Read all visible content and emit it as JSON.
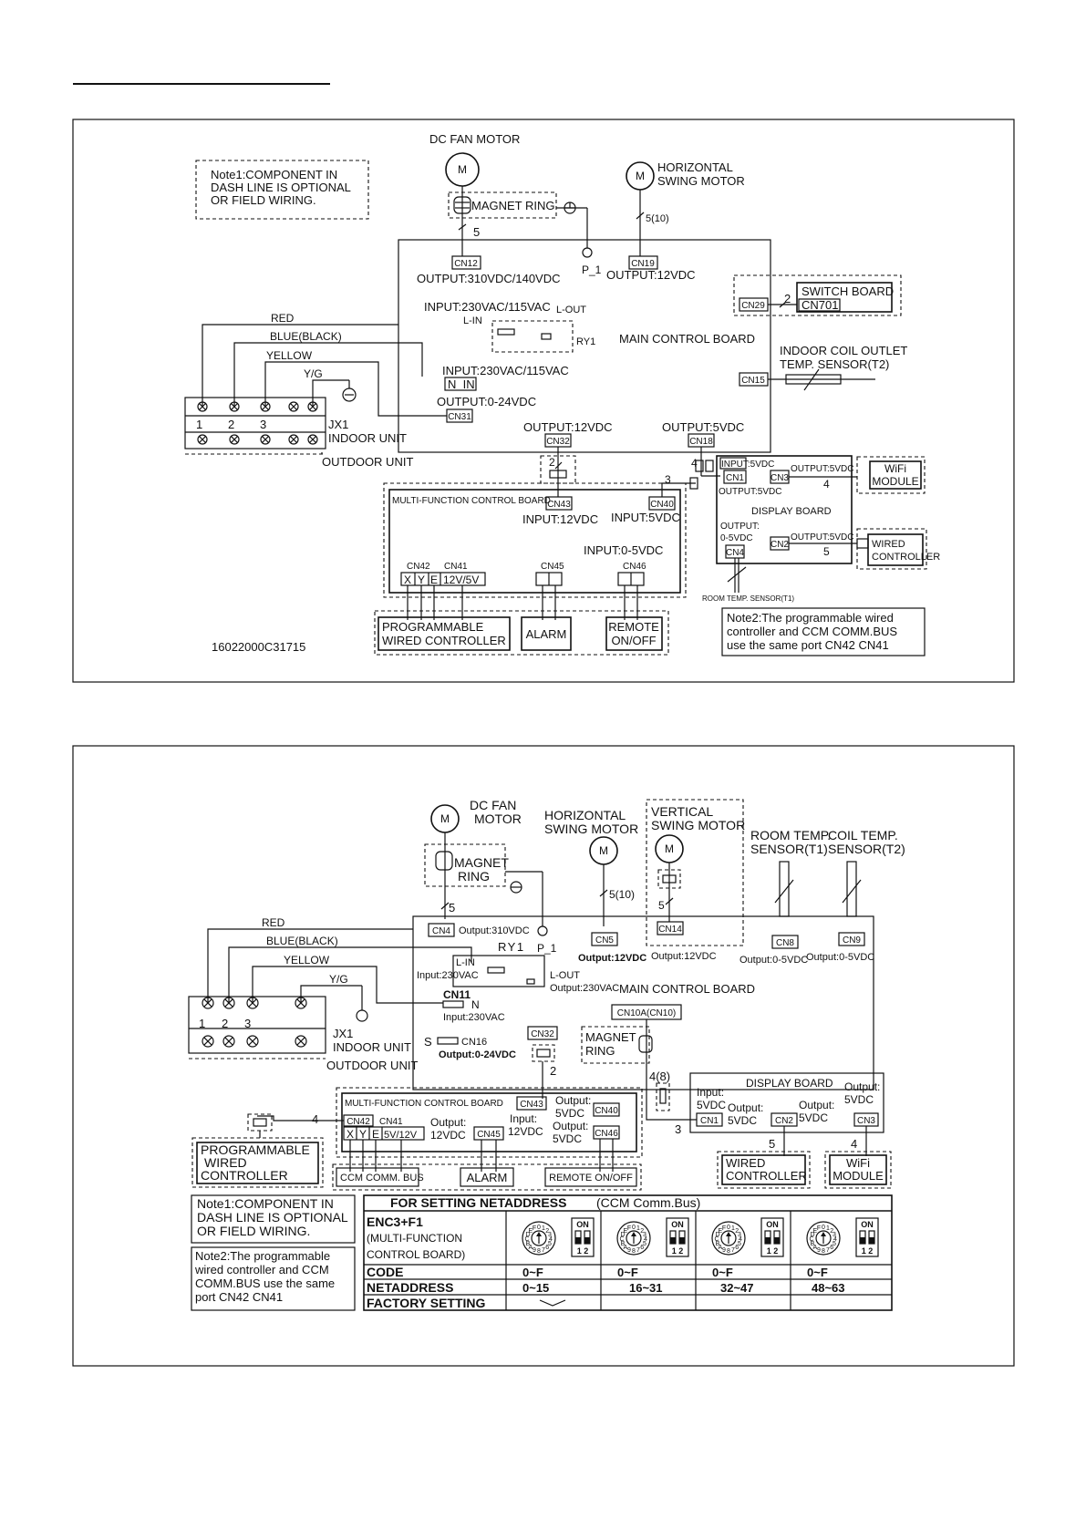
{
  "labels": {
    "dc_fan_motor": "DC  FAN MOTOR",
    "m": "M",
    "horizontal": "HORIZONTAL",
    "swing_motor": "SWING MOTOR",
    "magnet_ring": "MAGNET RING",
    "n5": "5",
    "n5_10": "5(10)",
    "p_1": "P_1",
    "cn12": "CN12",
    "cn19": "CN19",
    "out_310": "OUTPUT:310VDC/140VDC",
    "out_12": "OUTPUT:12VDC",
    "input_230": "INPUT:230VAC/115VAC",
    "l_in": "L-IN",
    "l_out": "L-OUT",
    "ry1": "RY1",
    "main_control_board": "MAIN CONTROL BOARD",
    "cn29": "CN29",
    "n2": "2",
    "switch_board": "SWITCH BOARD",
    "cn701": "CN701",
    "indoor_coil_outlet": "INDOOR COIL OUTLET",
    "temp_sensor_t2": "TEMP. SENSOR(T2)",
    "cn15": "CN15",
    "red": "RED",
    "blue_black": "BLUE(BLACK)",
    "yellow": "YELLOW",
    "yg": "Y/G",
    "input_230_2": "INPUT:230VAC/115VAC",
    "n_in": "N_IN",
    "out_0_24": "OUTPUT:0-24VDC",
    "cn31": "CN31",
    "t1": "1",
    "t2": "2",
    "t3": "3",
    "jx1": "JX1",
    "indoor_unit": "INDOOR UNIT",
    "outdoor_unit": "OUTDOOR UNIT",
    "out_12b": "OUTPUT:12VDC",
    "cn32": "CN32",
    "out_5": "OUTPUT:5VDC",
    "cn18": "CN18",
    "n4": "4",
    "n3": "3",
    "cn43": "CN43",
    "cn40": "CN40",
    "mfcb": "MULTI-FUNCTION CONTROL BOARD",
    "in_12": "INPUT:12VDC",
    "in_5": "INPUT:5VDC",
    "in_0_5": "INPUT:0-5VDC",
    "cn42": "CN42",
    "cn41": "CN41",
    "cn45": "CN45",
    "cn46": "CN46",
    "x": "X",
    "y": "Y",
    "e": "E",
    "v12_5": "12V/5V",
    "prog1": "PROGRAMMABLE",
    "prog2": "WIRED CONTROLLER",
    "alarm": "ALARM",
    "remote": "REMOTE",
    "on_off": "ON/OFF",
    "code": "16022000C31715",
    "note1_a": "Note1:COMPONENT   IN",
    "note1_b": "DASH LINE IS OPTIONAL",
    "note1_c": "OR FIELD WIRING.",
    "in_5_disp": "INPUT:5VDC",
    "cn1": "CN1",
    "cn3": "CN3",
    "out_5_disp": "OUTPUT:5VDC",
    "out_5_b": "OUTPUT:5VDC",
    "display_board": "DISPLAY BOARD",
    "output": "OUTPUT:",
    "v0_5": "0-5VDC",
    "cn2": "CN2",
    "cn4": "CN4",
    "wifi": "WiFi",
    "module": "MODULE",
    "wired": "WIRED",
    "controller": "CONTROLLER",
    "room_temp_t1": "ROOM TEMP. SENSOR(T1)",
    "note2_a": "Note2:The programmable wired",
    "note2_b": "controller and CCM COMM.BUS",
    "note2_c": "use the same port CN42 CN41"
  },
  "labels2": {
    "dc_fan": "DC FAN",
    "motor": "MOTOR",
    "horizontal": "HORIZONTAL",
    "swing_motor": "SWING MOTOR",
    "vertical": "VERTICAL",
    "swing_motor_v": "SWING MOTOR",
    "room_temp": "ROOM TEMP.",
    "sensor_t1": "SENSOR(T1)",
    "coil_temp": "COIL TEMP.",
    "sensor_t2": "SENSOR(T2)",
    "m": "M",
    "magnet": "MAGNET",
    "ring": "RING",
    "n5": "5",
    "n5_10": "5(10)",
    "cn4": "CN4",
    "out_310": "Output:310VDC",
    "p_1": "P_1",
    "cn5": "CN5",
    "out_12": "Output:12VDC",
    "cn14": "CN14",
    "out_12b": "Output:12VDC",
    "cn8": "CN8",
    "cn9": "CN9",
    "out_0_5a": "Output:0-5VDC",
    "out_0_5b": "Output:0-5VDC",
    "red": "RED",
    "blue_black": "BLUE(BLACK)",
    "yellow": "YELLOW",
    "yg": "Y/G",
    "ry1": "RY1",
    "l_in": "L-IN",
    "input_230": "Input:230VAC",
    "l_out": "L-OUT",
    "output_230": "Output:230VAC",
    "cn11": "CN11",
    "n": "N",
    "input_230b": "Input:230VAC",
    "main_control_board": "MAIN  CONTROL  BOARD",
    "cn10a": "CN10A(CN10)",
    "s": "S",
    "cn16": "CN16",
    "out_0_24": "Output:0-24VDC",
    "cn32": "CN32",
    "t1": "1",
    "t2": "2",
    "t3": "3",
    "jx1": "JX1",
    "indoor_unit": "INDOOR UNIT",
    "outdoor_unit": "OUTDOOR UNIT",
    "magnet_ring_a": "MAGNET",
    "magnet_ring_b": "RING",
    "n2": "2",
    "n4_8": "4(8)",
    "display_board": "DISPLAY BOARD",
    "input_5": "Input:",
    "v5": "5VDC",
    "output": "Output:",
    "v5b": "5VDC",
    "output_b": "Output:",
    "v5c": "5VDC",
    "output_c": "Output:",
    "v5d": "5VDC",
    "cn1": "CN1",
    "cn2": "CN2",
    "cn3": "CN3",
    "n3": "3",
    "n4": "4",
    "n4b": "4",
    "n5b": "5",
    "mfcb": "MULTI-FUNCTION CONTROL BOARD",
    "cn43": "CN43",
    "input": "Input:",
    "v12": "12VDC",
    "out_5": "Output:",
    "v5e": "5VDC",
    "cn40": "CN40",
    "out_5b": "Output:",
    "v5f": "5VDC",
    "cn46": "CN46",
    "cn42": "CN42",
    "cn41": "CN41",
    "x": "X",
    "y": "Y",
    "e": "E",
    "v5_12": "5V/12V",
    "output_12": "Output:",
    "v12b": "12VDC",
    "cn45": "CN45",
    "prog1": "PROGRAMMABLE",
    "prog2": "WIRED",
    "prog3": "CONTROLLER",
    "ccm": "CCM COMM. BUS",
    "alarm": "ALARM",
    "remote": "REMOTE ON/OFF",
    "wired": "WIRED",
    "controller": "CONTROLLER",
    "wifi": "WiFi",
    "module": "MODULE",
    "note1_a": "Note1:COMPONENT IN",
    "note1_b": "DASH LINE IS OPTIONAL",
    "note1_c": "OR FIELD WIRING.",
    "note2_a": "Note2:The programmable",
    "note2_b": "wired controller and CCM",
    "note2_c": "COMM.BUS use the same",
    "note2_d": "port CN42 CN41"
  },
  "table": {
    "title_bold": "FOR SETTING NETADDRESS",
    "title_rest": "(CCM Comm.Bus)",
    "enc": "ENC3+F1",
    "multi": "(MULTI-FUNCTION",
    "control": "CONTROL BOARD)",
    "row_code": "CODE",
    "row_net": "NETADDRESS",
    "row_factory": "FACTORY SETTING",
    "on": "ON",
    "dip_nums": "1 2",
    "dial_chars": "0123456789ABCDEF",
    "columns": [
      {
        "code": "0~F",
        "net": "0~15"
      },
      {
        "code": "0~F",
        "net": "16~31"
      },
      {
        "code": "0~F",
        "net": "32~47"
      },
      {
        "code": "0~F",
        "net": "48~63"
      }
    ]
  }
}
